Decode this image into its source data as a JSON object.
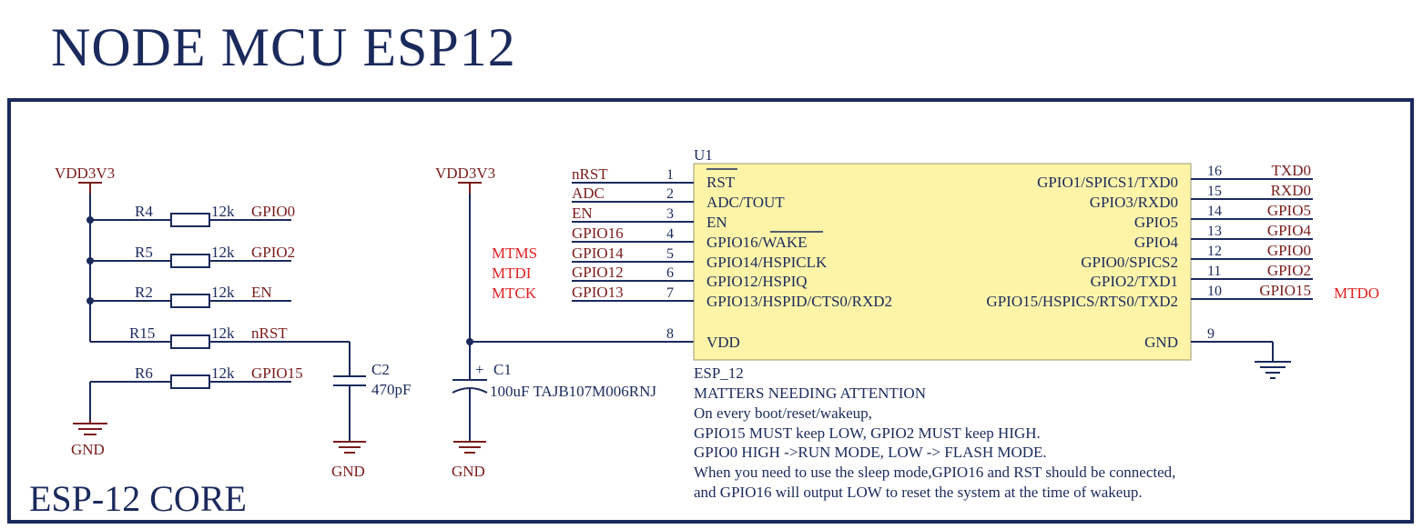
{
  "title": "NODE MCU ESP12",
  "section_label": "ESP-12 CORE",
  "colors": {
    "frame": "#1b2a5c",
    "ic_body": "#fdf4a8",
    "net": "#7a1c1c",
    "note": "#e02020"
  },
  "power": {
    "vdd_left": "VDD3V3",
    "vdd_mid": "VDD3V3",
    "gnd": "GND"
  },
  "resistors": [
    {
      "ref": "R4",
      "value": "12k",
      "net": "GPIO0"
    },
    {
      "ref": "R5",
      "value": "12k",
      "net": "GPIO2"
    },
    {
      "ref": "R2",
      "value": "12k",
      "net": "EN"
    },
    {
      "ref": "R15",
      "value": "12k",
      "net": "nRST"
    },
    {
      "ref": "R6",
      "value": "12k",
      "net": "GPIO15"
    }
  ],
  "capacitors": {
    "c2": {
      "ref": "C2",
      "value": "470pF"
    },
    "c1": {
      "ref": "C1",
      "value": "100uF TAJB107M006RNJ",
      "polarity": "+"
    }
  },
  "ic": {
    "ref": "U1",
    "part": "ESP_12",
    "left_pins": [
      {
        "num": "1",
        "name": "RST",
        "net": "nRST"
      },
      {
        "num": "2",
        "name": "ADC/TOUT",
        "net": "ADC"
      },
      {
        "num": "3",
        "name": "EN",
        "net": "EN"
      },
      {
        "num": "4",
        "name": "GPIO16/",
        "name_overbar": "WAKE",
        "net": "GPIO16"
      },
      {
        "num": "5",
        "name": "GPIO14/HSPICLK",
        "net": "GPIO14"
      },
      {
        "num": "6",
        "name": "GPIO12/HSPIQ",
        "net": "GPIO12"
      },
      {
        "num": "7",
        "name": "GPIO13/HSPID/CTS0/RXD2",
        "net": "GPIO13"
      }
    ],
    "right_pins": [
      {
        "num": "16",
        "name": "GPIO1/SPICS1/TXD0",
        "net": "TXD0"
      },
      {
        "num": "15",
        "name": "GPIO3/RXD0",
        "net": "RXD0"
      },
      {
        "num": "14",
        "name": "GPIO5",
        "net": "GPIO5"
      },
      {
        "num": "13",
        "name": "GPIO4",
        "net": "GPIO4"
      },
      {
        "num": "12",
        "name": "GPIO0/SPICS2",
        "net": "GPIO0"
      },
      {
        "num": "11",
        "name": "GPIO2/TXD1",
        "net": "GPIO2"
      },
      {
        "num": "10",
        "name": "GPIO15/HSPICS/RTS0/TXD2",
        "net": "GPIO15"
      }
    ],
    "vdd_pin": {
      "num": "8",
      "name": "VDD"
    },
    "gnd_pin": {
      "num": "9",
      "name": "GND"
    }
  },
  "jtag_labels": {
    "mtms": "MTMS",
    "mtdi": "MTDI",
    "mtck": "MTCK",
    "mtdo": "MTDO"
  },
  "notes": {
    "heading": "MATTERS NEEDING ATTENTION",
    "lines": [
      "On every boot/reset/wakeup,",
      "GPIO15 MUST keep LOW, GPIO2 MUST keep HIGH.",
      "GPIO0 HIGH ->RUN MODE, LOW -> FLASH MODE.",
      "When you need to use the sleep mode,GPIO16 and RST should be connected,",
      "and GPIO16 will output LOW to reset the system at the time of wakeup."
    ]
  }
}
